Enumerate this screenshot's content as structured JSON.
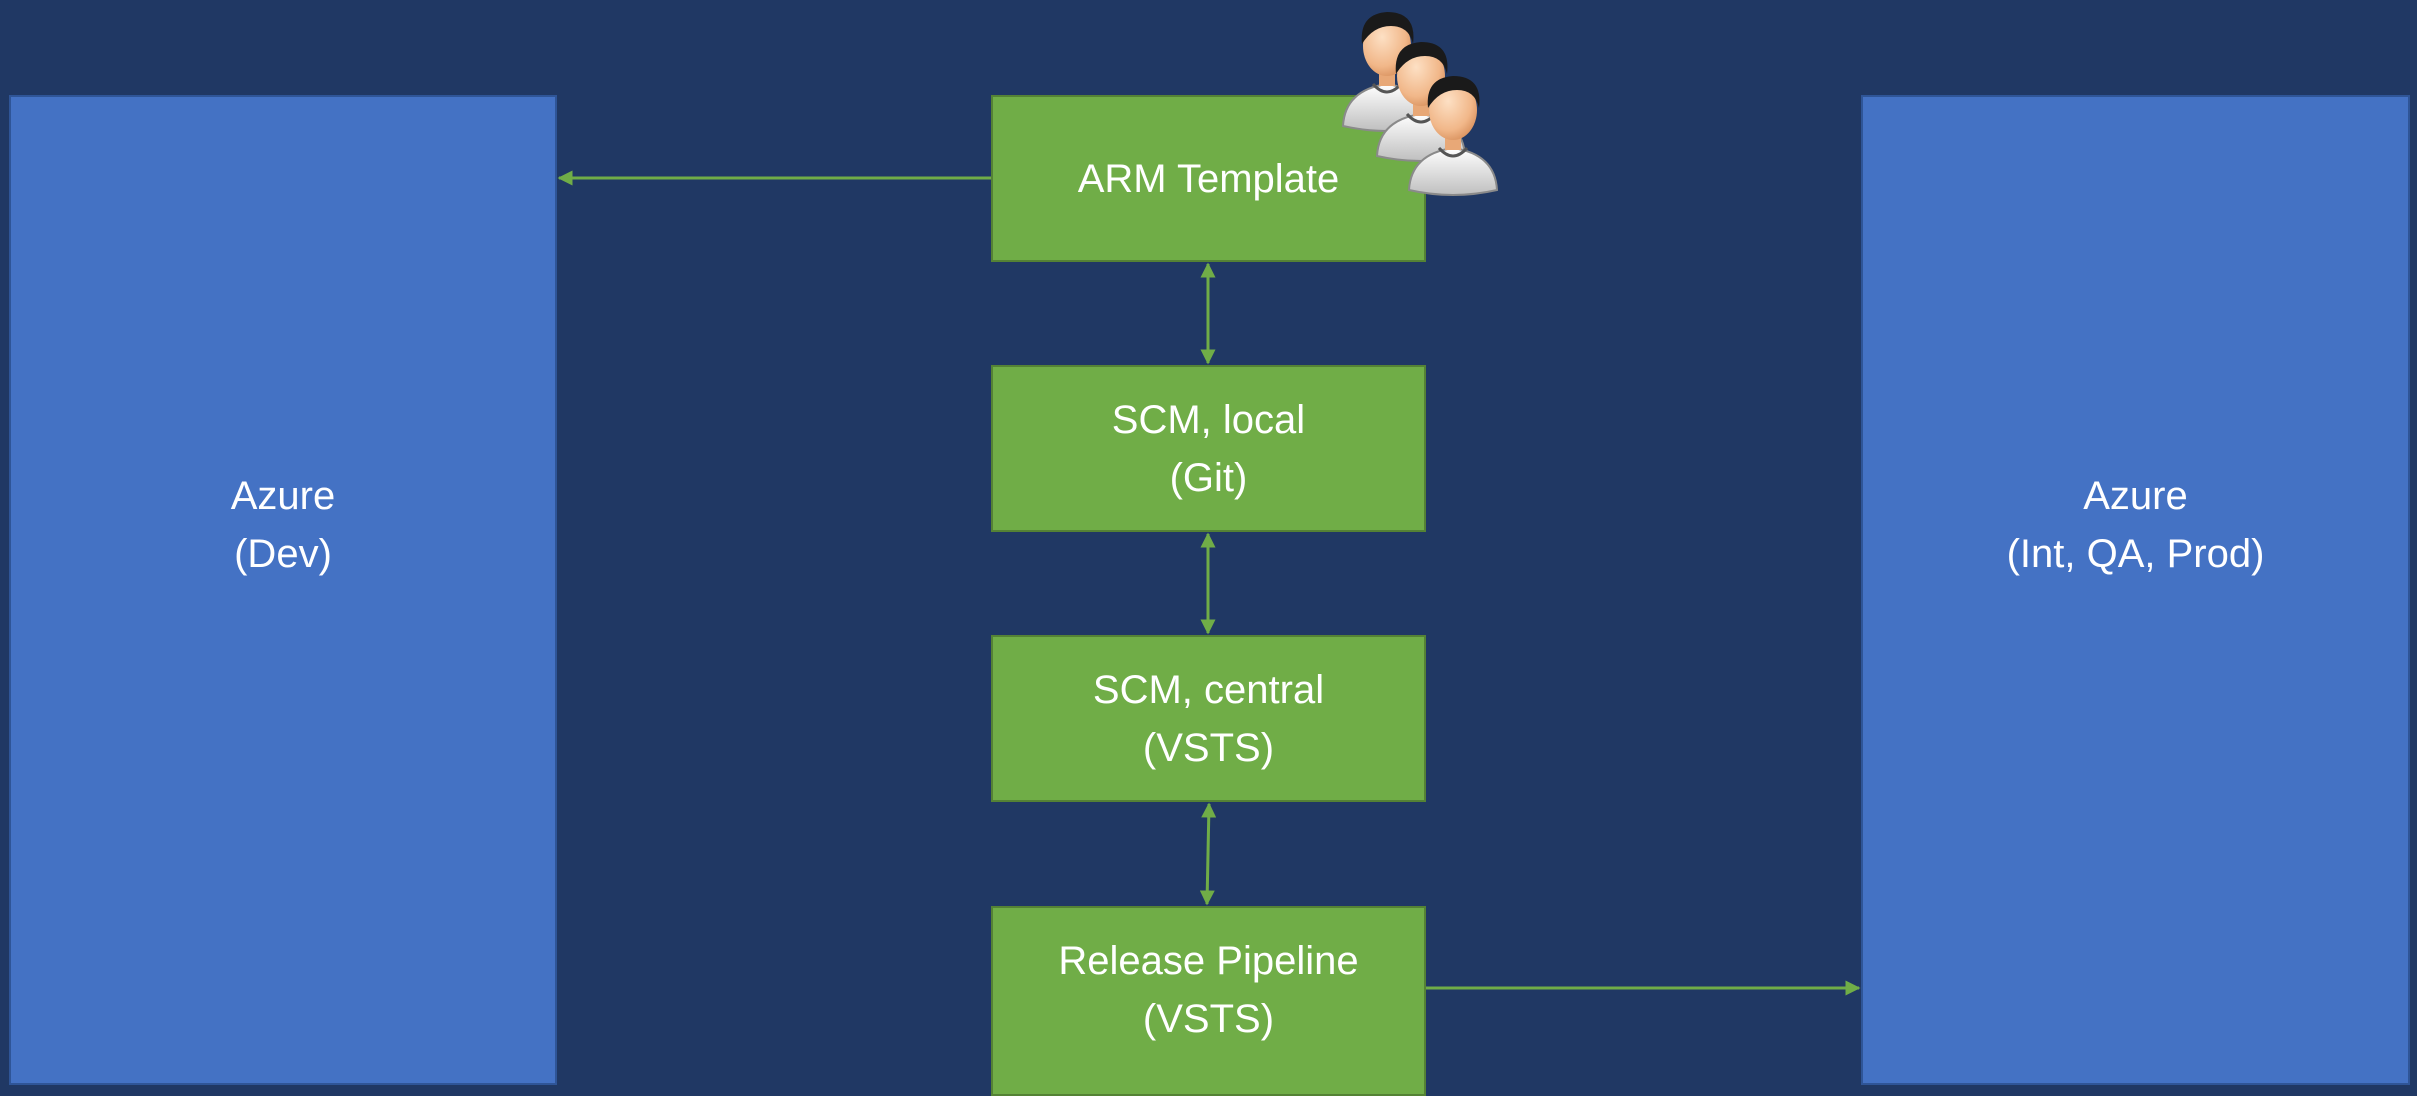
{
  "environments": {
    "dev": {
      "line1": "Azure",
      "line2": "(Dev)"
    },
    "prod": {
      "line1": "Azure",
      "line2": "(Int, QA, Prod)"
    }
  },
  "steps": {
    "arm": {
      "label": "ARM Template"
    },
    "git": {
      "line1": "SCM, local",
      "line2": "(Git)"
    },
    "vsts": {
      "line1": "SCM, central",
      "line2": "(VSTS)"
    },
    "release": {
      "line1": "Release Pipeline",
      "line2": "(VSTS)"
    }
  },
  "colors": {
    "background": "#203864",
    "environment_fill": "#4472c4",
    "step_fill": "#70ad47",
    "connector": "#70ad47"
  },
  "icons": {
    "team": "people-group-icon"
  }
}
